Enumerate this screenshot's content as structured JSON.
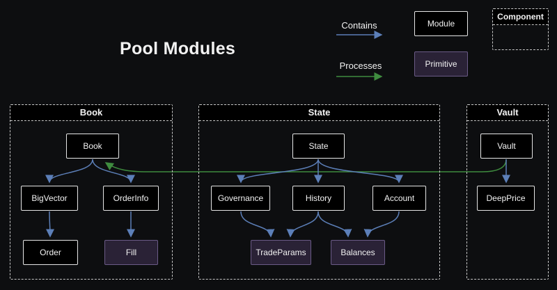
{
  "title": "Pool Modules",
  "legend": {
    "contains": "Contains",
    "processes": "Processes",
    "module": "Module",
    "primitive": "Primitive",
    "component": "Component"
  },
  "colors": {
    "background": "#0d0e10",
    "contains_arrow": "#5c7fb8",
    "processes_arrow": "#3f8c3f",
    "module_bg": "#000000",
    "module_border": "#e6e6e6",
    "primitive_bg": "#2a2236",
    "primitive_border": "#6b5b87",
    "container_border": "#c9c9c9",
    "text": "#f2f2f2"
  },
  "containers": [
    {
      "title": "Book",
      "nodes": [
        {
          "label": "Book",
          "type": "module"
        },
        {
          "label": "BigVector",
          "type": "module"
        },
        {
          "label": "OrderInfo",
          "type": "module"
        },
        {
          "label": "Order",
          "type": "module"
        },
        {
          "label": "Fill",
          "type": "primitive"
        }
      ]
    },
    {
      "title": "State",
      "nodes": [
        {
          "label": "State",
          "type": "module"
        },
        {
          "label": "Governance",
          "type": "module"
        },
        {
          "label": "History",
          "type": "module"
        },
        {
          "label": "Account",
          "type": "module"
        },
        {
          "label": "TradeParams",
          "type": "primitive"
        },
        {
          "label": "Balances",
          "type": "primitive"
        }
      ]
    },
    {
      "title": "Vault",
      "nodes": [
        {
          "label": "Vault",
          "type": "module"
        },
        {
          "label": "DeepPrice",
          "type": "module"
        }
      ]
    }
  ],
  "edges": {
    "contains": [
      [
        "Book",
        "BigVector"
      ],
      [
        "Book",
        "OrderInfo"
      ],
      [
        "BigVector",
        "Order"
      ],
      [
        "OrderInfo",
        "Fill"
      ],
      [
        "State",
        "Governance"
      ],
      [
        "State",
        "History"
      ],
      [
        "State",
        "Account"
      ],
      [
        "Governance",
        "TradeParams"
      ],
      [
        "History",
        "TradeParams"
      ],
      [
        "History",
        "Balances"
      ],
      [
        "Account",
        "Balances"
      ],
      [
        "Vault",
        "DeepPrice"
      ]
    ],
    "processes": [
      [
        "Vault",
        "Book"
      ]
    ]
  }
}
